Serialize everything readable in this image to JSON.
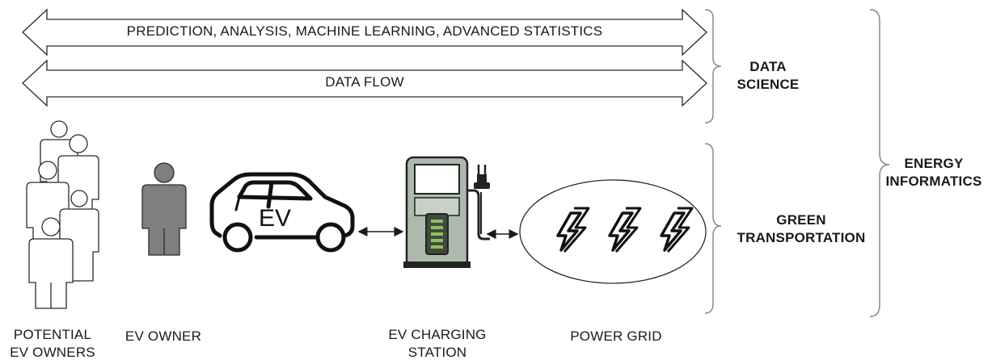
{
  "arrows": {
    "top_label": "PREDICTION, ANALYSIS, MACHINE LEARNING, ADVANCED STATISTICS",
    "bottom_label": "DATA FLOW"
  },
  "groups": {
    "data_science": "DATA\nSCIENCE",
    "green_transportation": "GREEN\nTRANSPORTATION",
    "energy_informatics": "ENERGY\nINFORMATICS"
  },
  "nodes": {
    "potential_ev_owners": "POTENTIAL\nEV OWNERS",
    "ev_owner": "EV OWNER",
    "ev_car_badge": "EV",
    "ev_charging_station": "EV CHARGING\nSTATION",
    "power_grid": "POWER GRID"
  },
  "colors": {
    "line": "#1a1a1a",
    "person_fill": "#7f7f7f",
    "station_body": "#adb9ad",
    "station_panel": "#c6d2c6",
    "battery_green": "#8fbf5a",
    "bracket": "#8a8a8a"
  }
}
